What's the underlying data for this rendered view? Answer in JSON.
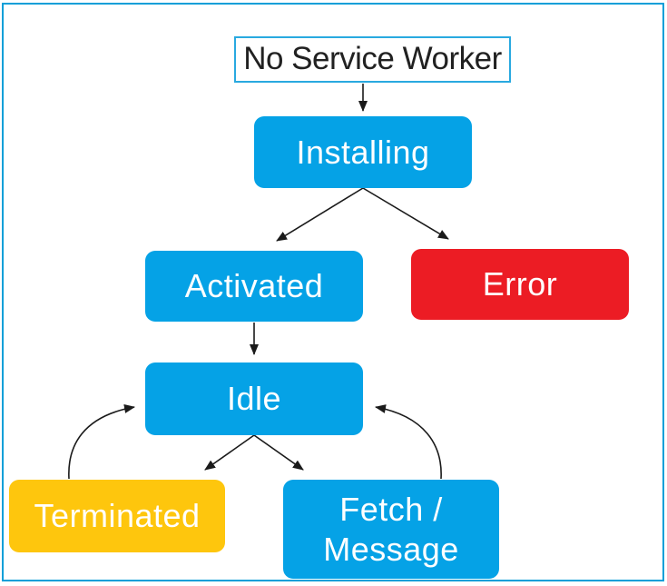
{
  "diagram": {
    "type": "flowchart",
    "background_color": "#FFFFFF",
    "frame_border_color": "#0A9FD8",
    "edge_color": "#1A1A1A",
    "nodes": {
      "no_service_worker": {
        "label": "No Service Worker",
        "fill": "#FFFFFF",
        "border_color": "#29A9E0",
        "text_color": "#212121"
      },
      "installing": {
        "label": "Installing",
        "fill": "#05A2E6",
        "text_color": "#FFFFFF"
      },
      "activated": {
        "label": "Activated",
        "fill": "#05A2E6",
        "text_color": "#FFFFFF"
      },
      "error": {
        "label": "Error",
        "fill": "#EC1C24",
        "text_color": "#FFFFFF"
      },
      "idle": {
        "label": "Idle",
        "fill": "#05A2E6",
        "text_color": "#FFFFFF"
      },
      "terminated": {
        "label": "Terminated",
        "fill": "#FEC60D",
        "text_color": "#FFFFFF"
      },
      "fetch_message": {
        "label": "Fetch / Message",
        "fill": "#05A2E6",
        "text_color": "#FFFFFF"
      }
    },
    "edges": [
      {
        "from": "no_service_worker",
        "to": "installing",
        "shape": "straight"
      },
      {
        "from": "installing",
        "to": "activated",
        "shape": "straight"
      },
      {
        "from": "installing",
        "to": "error",
        "shape": "straight"
      },
      {
        "from": "activated",
        "to": "idle",
        "shape": "straight"
      },
      {
        "from": "idle",
        "to": "terminated",
        "shape": "straight"
      },
      {
        "from": "idle",
        "to": "fetch_message",
        "shape": "straight"
      },
      {
        "from": "terminated",
        "to": "idle",
        "shape": "curved"
      },
      {
        "from": "fetch_message",
        "to": "idle",
        "shape": "curved"
      }
    ]
  }
}
